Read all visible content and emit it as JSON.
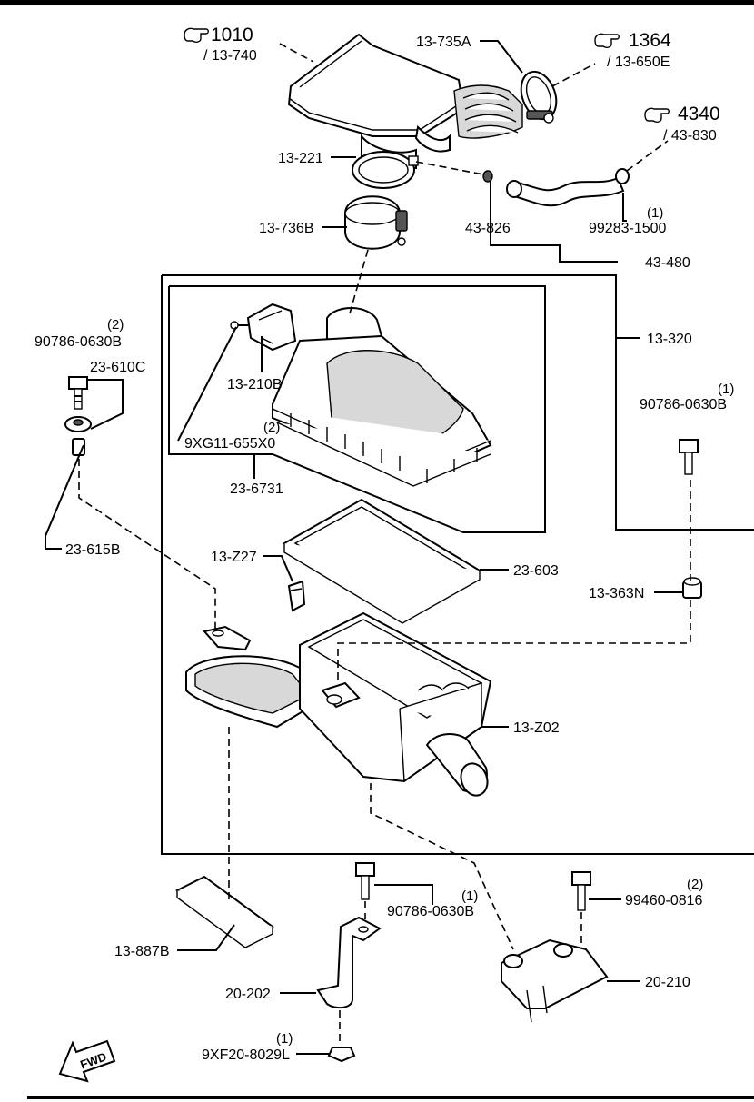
{
  "refs": [
    {
      "id": "ref-1010",
      "num": "1010",
      "sub": "/ 13-740"
    },
    {
      "id": "ref-1364",
      "num": "1364",
      "sub": "/ 13-650E"
    },
    {
      "id": "ref-4340",
      "num": "4340",
      "sub": "/ 43-830"
    }
  ],
  "labels": {
    "p13_735A": "13-735A",
    "p13_221": "13-221",
    "p13_736B": "13-736B",
    "p43_826": "43-826",
    "p99283_qty": "(1)",
    "p99283": "99283-1500",
    "p43_480": "43-480",
    "p13_320": "13-320",
    "p90786_l_qty": "(2)",
    "p90786_l": "90786-0630B",
    "p23_610C": "23-610C",
    "p13_210B": "13-210B",
    "p9XG11_qty": "(2)",
    "p9XG11": "9XG11-655X0",
    "p23_6731": "23-6731",
    "p90786_r_qty": "(1)",
    "p90786_r": "90786-0630B",
    "p23_615B": "23-615B",
    "p13_Z27": "13-Z27",
    "p23_603": "23-603",
    "p13_363N": "13-363N",
    "p13_Z02": "13-Z02",
    "p90786_b_qty": "(1)",
    "p90786_b": "90786-0630B",
    "p99460_qty": "(2)",
    "p99460": "99460-0816",
    "p13_887B": "13-887B",
    "p20_202": "20-202",
    "p20_210": "20-210",
    "p9XF20_qty": "(1)",
    "p9XF20": "9XF20-8029L",
    "fwd": "FWD"
  },
  "icons": {
    "ref": "pointing-hand-icon",
    "fwd": "fwd-arrow-icon"
  }
}
